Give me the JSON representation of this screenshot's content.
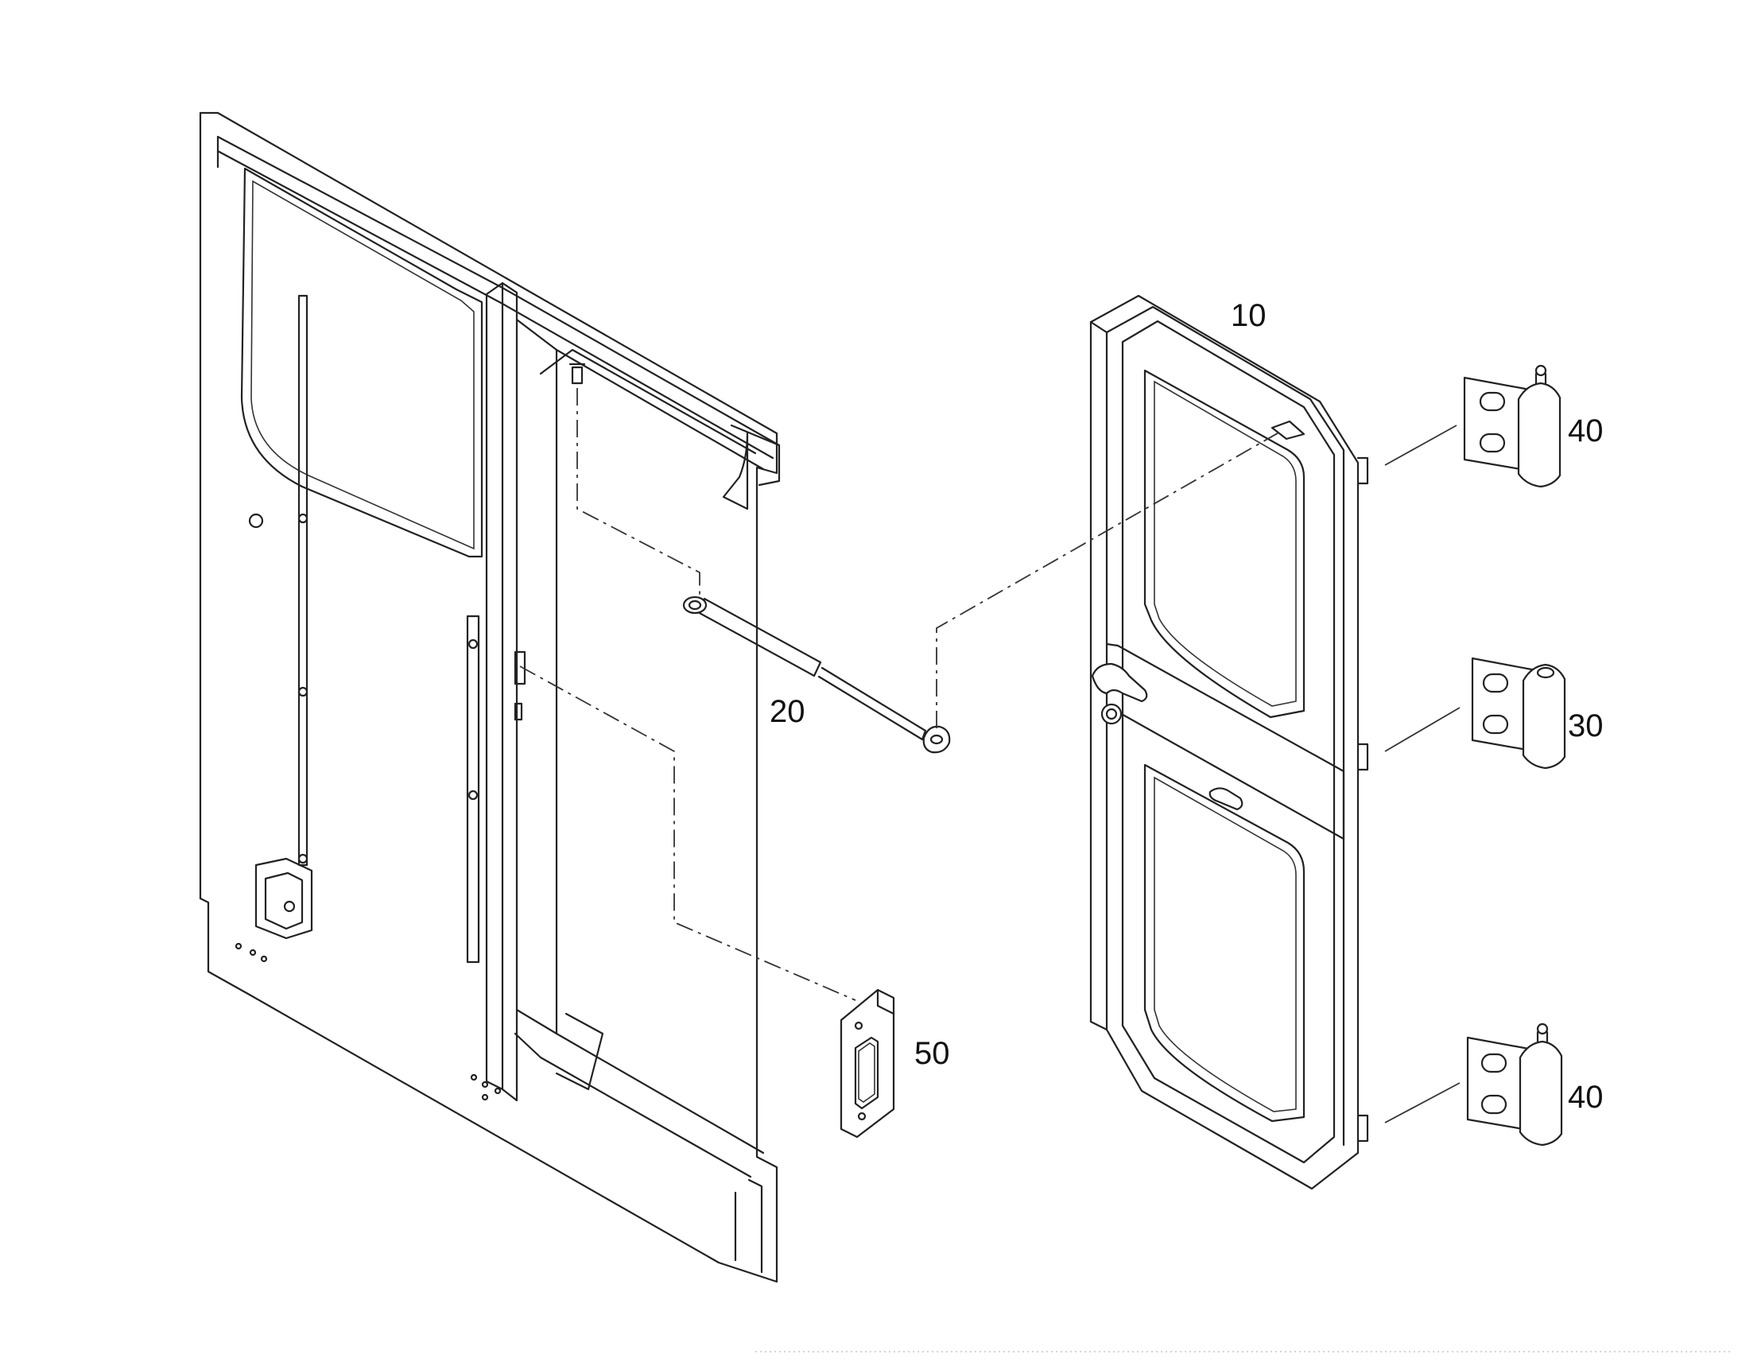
{
  "diagram": {
    "callouts": {
      "door": "10",
      "gas_spring": "20",
      "hinge_middle": "30",
      "hinge_top": "40",
      "hinge_bottom": "40",
      "striker_plate": "50"
    }
  }
}
